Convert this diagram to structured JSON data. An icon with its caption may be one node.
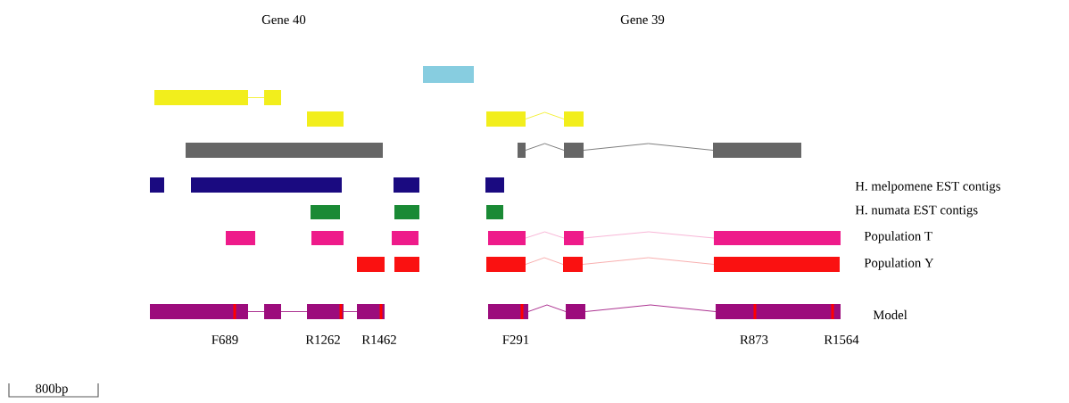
{
  "diagram": {
    "labels": [
      "Gene 40",
      "Gene 39",
      "H. melpomene EST contigs",
      "H. numata EST contigs",
      "Population T",
      "Population Y",
      "Model",
      "F689",
      "R1262",
      "R1462",
      "F291",
      "R873",
      "R1564",
      "800bp"
    ]
  }
}
